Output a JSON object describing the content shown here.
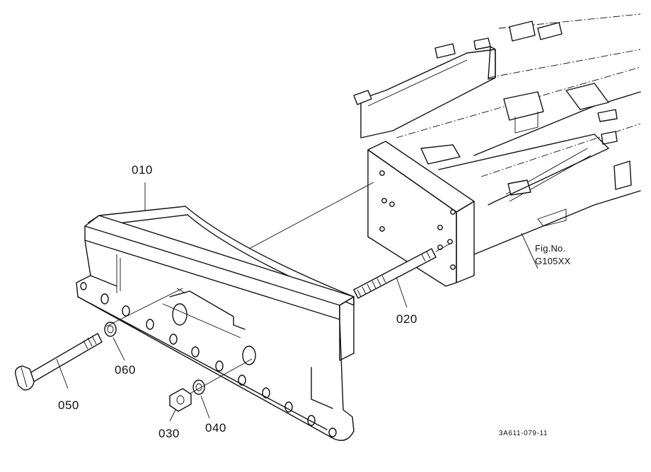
{
  "callouts": {
    "part_010": "010",
    "part_020": "020",
    "part_030": "030",
    "part_040": "040",
    "part_050": "050",
    "part_060": "060"
  },
  "reference": {
    "line1": "Fig.No.",
    "line2": "G105XX"
  },
  "drawing_code": "3A611-079-11"
}
